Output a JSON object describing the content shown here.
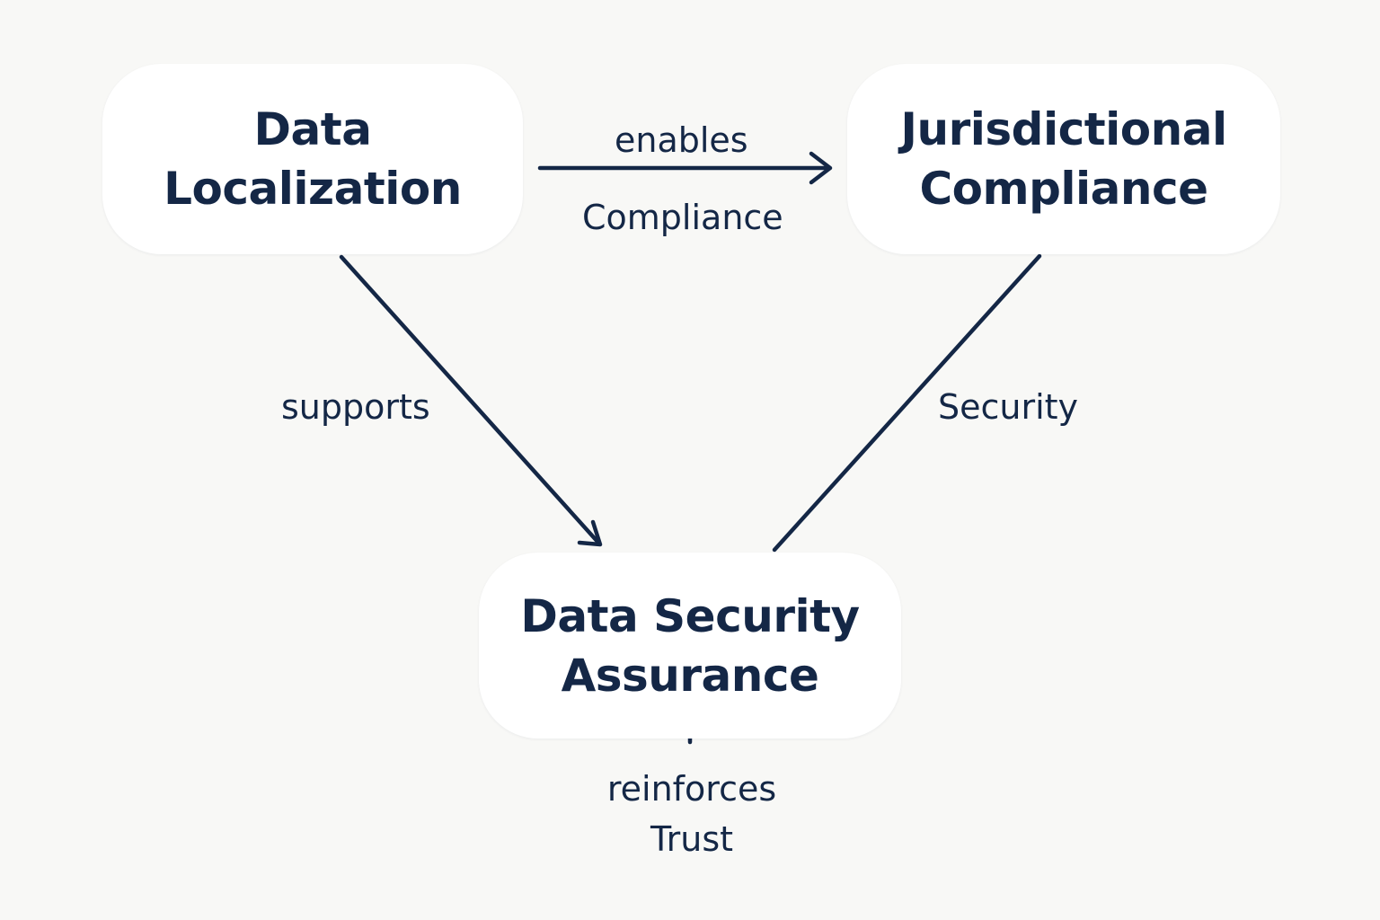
{
  "diagram": {
    "nodes": {
      "data_localization": {
        "line1": "Data",
        "line2": "Localization"
      },
      "jurisdictional_compliance": {
        "line1": "Jurisdictional",
        "line2": "Compliance"
      },
      "data_security_assurance": {
        "line1": "Data Security",
        "line2": "Assurance"
      }
    },
    "edges": {
      "localization_to_compliance": {
        "label_top": "enables",
        "label_bottom": "Compliance"
      },
      "localization_to_security": {
        "label": "supports"
      },
      "compliance_to_security": {
        "label": "Security"
      },
      "security_outgoing": {
        "line1": "reinforces",
        "line2": "Trust"
      }
    },
    "colors": {
      "background": "#f8f8f6",
      "node_fill": "#ffffff",
      "ink": "#142746"
    }
  }
}
